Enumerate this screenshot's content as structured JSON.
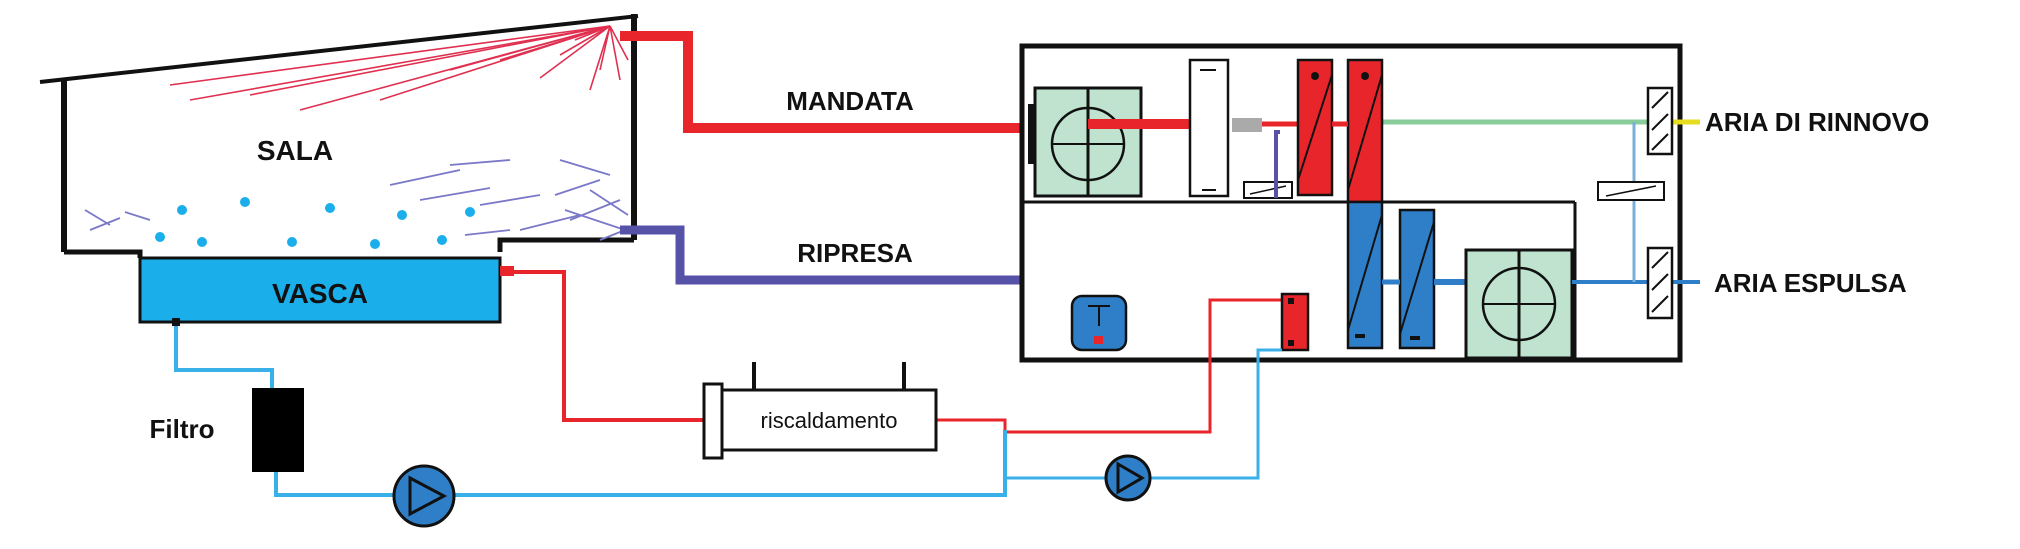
{
  "labels": {
    "room": "SALA",
    "pool": "VASCA",
    "supply": "MANDATA",
    "return": "RIPRESA",
    "fresh_air": "ARIA DI RINNOVO",
    "exhaust_air": "ARIA  ESPULSA",
    "filter": "Filtro",
    "heater": "riscaldamento"
  },
  "colors": {
    "hot": "#e8252a",
    "cold": "#2f7fc8",
    "water_line": "#3ab0e8",
    "return_air": "#5552a8",
    "fresh_air": "#88cc99",
    "fan_fill": "#bfe3cf",
    "pool_fill": "#1aaeea",
    "wall": "#111111",
    "filter": "#000000"
  },
  "icons": {
    "fan": "centrifugal-fan-icon",
    "pump": "pump-icon",
    "damper": "damper-icon",
    "thermostat": "thermostat-icon",
    "coil": "coil-icon"
  }
}
